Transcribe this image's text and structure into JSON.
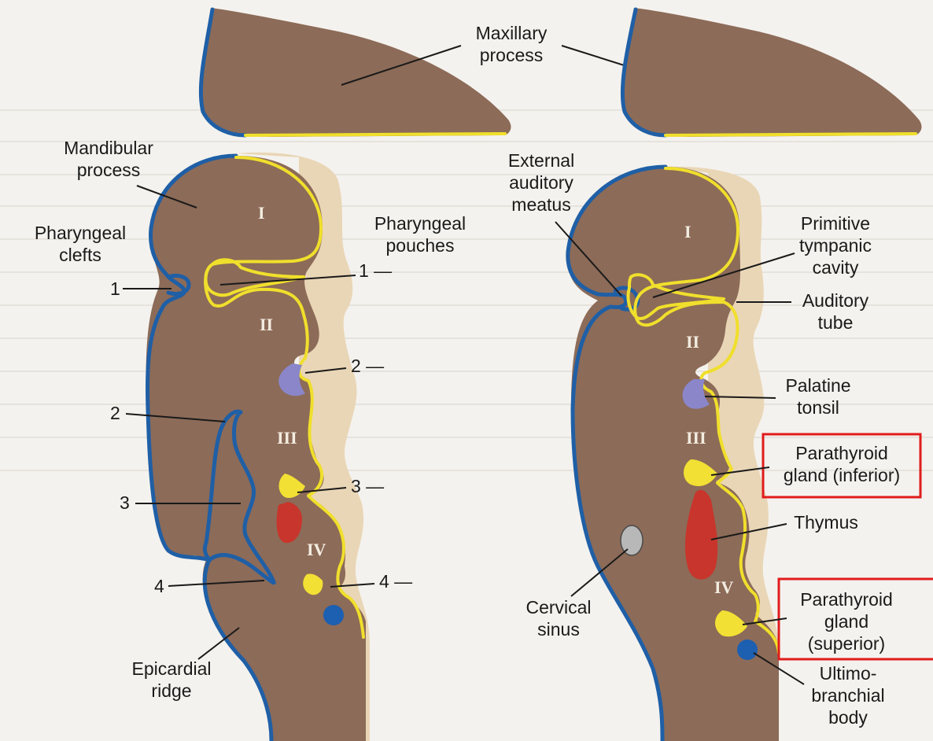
{
  "labels": {
    "maxillary": [
      "Maxillary",
      "process"
    ],
    "mandibular": [
      "Mandibular",
      "process"
    ],
    "clefts": [
      "Pharyngeal",
      "clefts"
    ],
    "pouches": [
      "Pharyngeal",
      "pouches"
    ],
    "epicardial": [
      "Epicardial",
      "ridge"
    ],
    "external_meatus": [
      "External",
      "auditory",
      "meatus"
    ],
    "tympanic": [
      "Primitive",
      "tympanic",
      "cavity"
    ],
    "auditory_tube": [
      "Auditory",
      "tube"
    ],
    "palatine": [
      "Palatine",
      "tonsil"
    ],
    "parathyroid_inferior": [
      "Parathyroid",
      "gland (inferior)"
    ],
    "thymus": [
      "Thymus"
    ],
    "parathyroid_superior": [
      "Parathyroid",
      "gland",
      "(superior)"
    ],
    "cervical_sinus": [
      "Cervical",
      "sinus"
    ],
    "ultimobranchial": [
      "Ultimo-",
      "branchial",
      "body"
    ]
  },
  "cleft_numbers": [
    "1",
    "2",
    "3",
    "4"
  ],
  "pouch_numbers": [
    "1 —",
    "2 —",
    "3 —",
    "4 —"
  ],
  "arches_left": [
    "I",
    "II",
    "III",
    "IV"
  ],
  "arches_right": [
    "I",
    "II",
    "III",
    "IV"
  ],
  "colors": {
    "tissue": "#8c6b58",
    "ectoderm": "#1f5fa6",
    "endoderm": "#f0df2c",
    "thymus": "#c8352c",
    "parathyroid": "#f2e034",
    "tonsil": "#8a86c9",
    "ultimobranchial": "#1d5fb0",
    "cervical_sinus": "#b8b8b8",
    "highlight": "#e01c1c"
  }
}
